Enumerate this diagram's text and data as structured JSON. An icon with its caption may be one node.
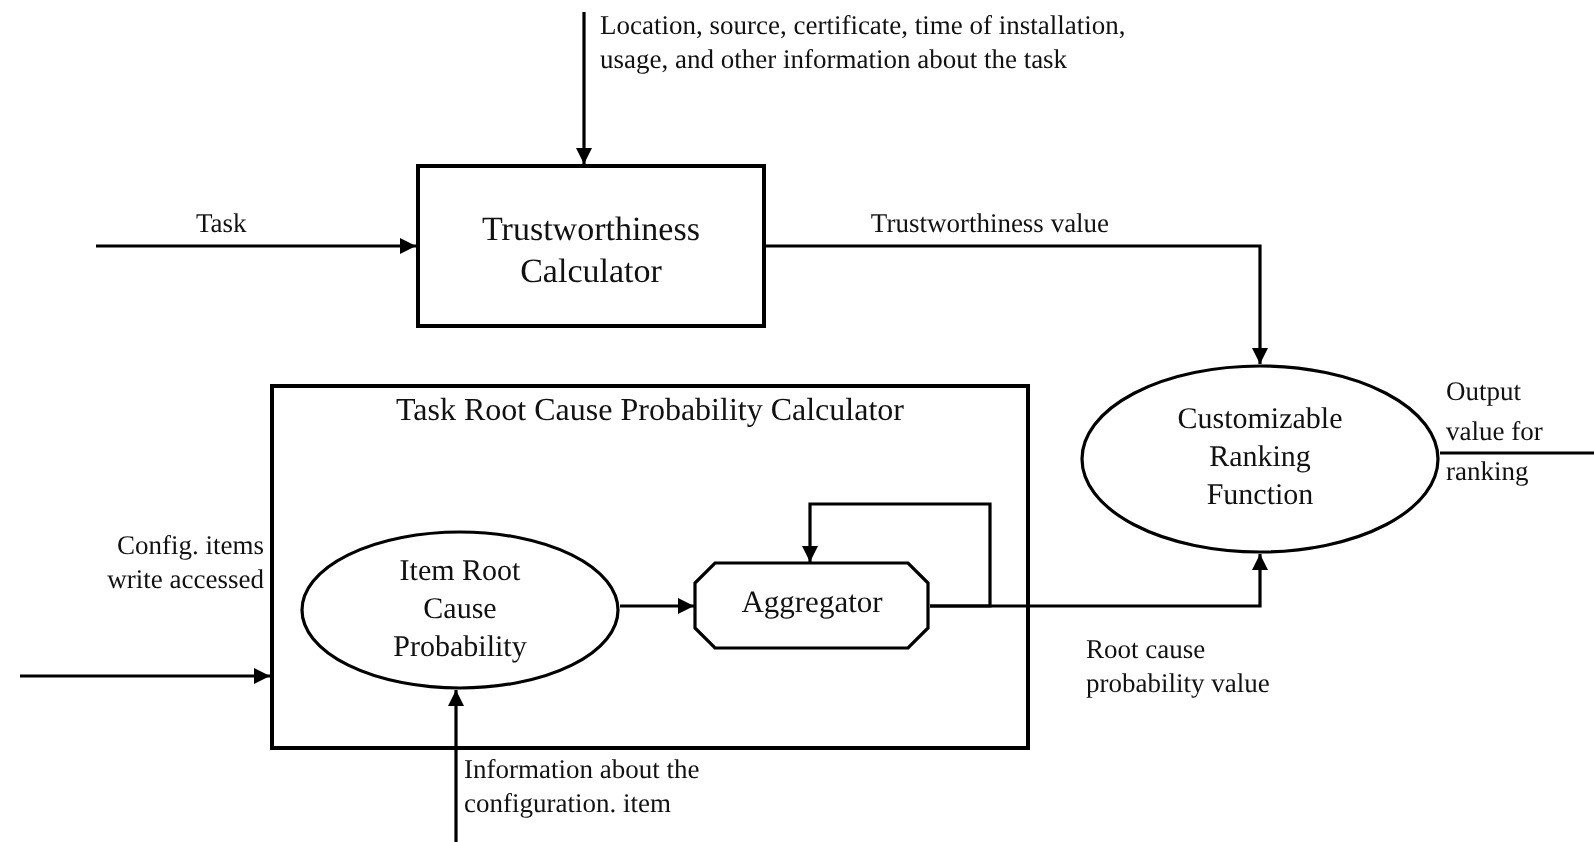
{
  "diagram": {
    "nodes": [
      {
        "text": [
          "Trustworthiness Calculator"
        ]
      },
      {
        "text": [
          "Task Root Cause Probability Calculator"
        ]
      },
      {
        "text": [
          "Item Root Cause Probability"
        ],
        "in": 1
      },
      {
        "text": [
          "Aggregator"
        ],
        "in": 1
      },
      {
        "text": [
          "Customizable Ranking Function"
        ]
      }
    ],
    "edges": [
      {
        "from": null,
        "to": 0,
        "arrow": "to",
        "label": "Task"
      },
      {
        "from": null,
        "to": 0,
        "arrow": "to",
        "label": "Location, source, certificate, time of installation, usage, and other information about the task"
      },
      {
        "from": 0,
        "to": 4,
        "arrow": "to",
        "label": "Trustworthiness value"
      },
      {
        "from": 2,
        "to": 3,
        "arrow": "to"
      },
      {
        "from": 3,
        "to": 3,
        "arrow": "to"
      },
      {
        "from": 3,
        "to": 4,
        "arrow": "to",
        "label": "Root cause probability value"
      },
      {
        "from": null,
        "to": 1,
        "arrow": "to",
        "label": "Config. items write accessed"
      },
      {
        "from": null,
        "to": 2,
        "arrow": "to",
        "label": "Information about the configuration. item"
      },
      {
        "from": 4,
        "to": null,
        "arrow": "none",
        "label": "Output value for ranking"
      }
    ]
  }
}
